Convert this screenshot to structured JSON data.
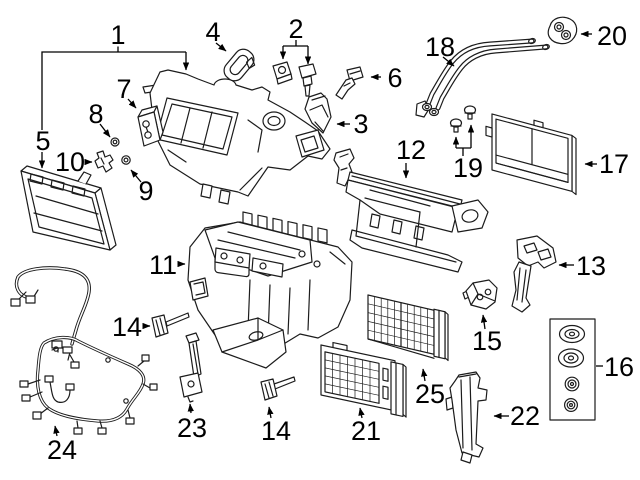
{
  "diagram": {
    "type": "exploded-parts-diagram",
    "description": "HVAC heater and evaporator unit exploded parts illustration",
    "colors": {
      "background": "#ffffff",
      "line": "#1c1c1c",
      "label": "#000000"
    },
    "callouts": [
      {
        "label": "1"
      },
      {
        "label": "2"
      },
      {
        "label": "3"
      },
      {
        "label": "4"
      },
      {
        "label": "5"
      },
      {
        "label": "6"
      },
      {
        "label": "7"
      },
      {
        "label": "8"
      },
      {
        "label": "9"
      },
      {
        "label": "10"
      },
      {
        "label": "11"
      },
      {
        "label": "12"
      },
      {
        "label": "13"
      },
      {
        "label": "14"
      },
      {
        "label": "14"
      },
      {
        "label": "15"
      },
      {
        "label": "16"
      },
      {
        "label": "17"
      },
      {
        "label": "18"
      },
      {
        "label": "19"
      },
      {
        "label": "20"
      },
      {
        "label": "21"
      },
      {
        "label": "22"
      },
      {
        "label": "23"
      },
      {
        "label": "24"
      },
      {
        "label": "25"
      }
    ]
  }
}
